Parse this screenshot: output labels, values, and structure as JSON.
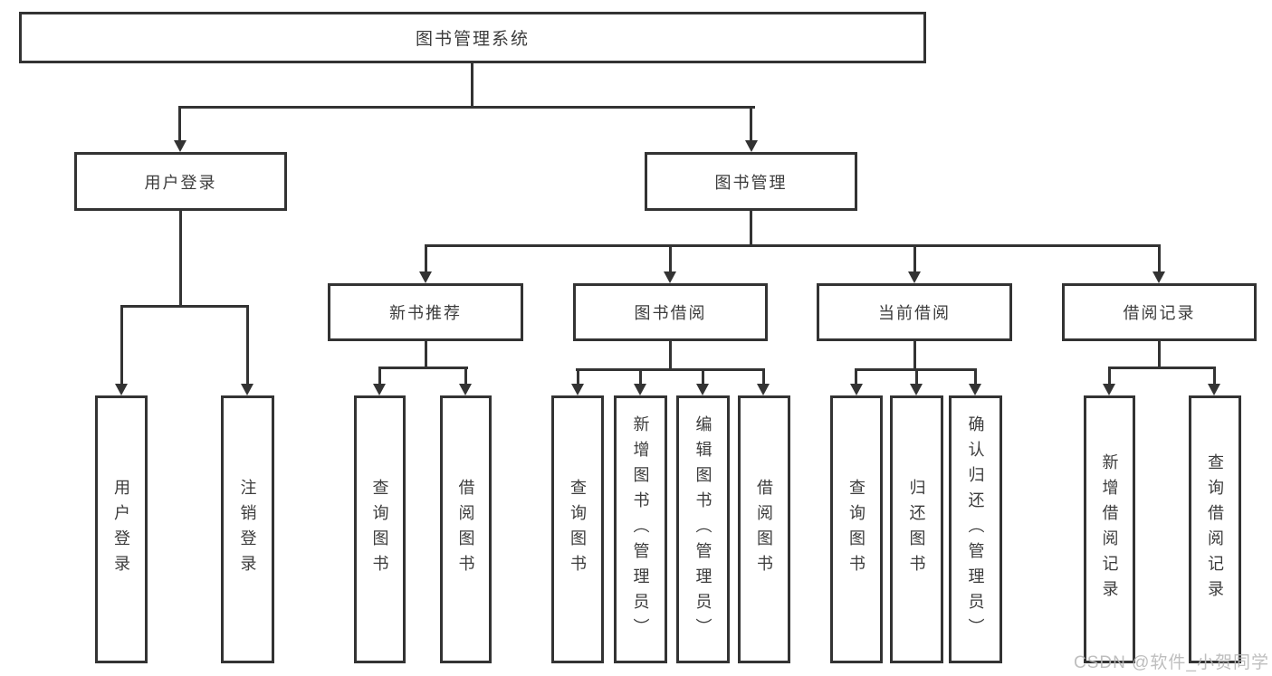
{
  "nodes": {
    "root": "图书管理系统",
    "user_login": "用户登录",
    "book_management": "图书管理",
    "new_book_recommend": "新书推荐",
    "book_borrowing": "图书借阅",
    "current_borrowing": "当前借阅",
    "borrowing_records": "借阅记录",
    "login_leaf": "用户登录",
    "logout_leaf": "注销登录",
    "nbr_query_books": "查询图书",
    "nbr_borrow_books": "借阅图书",
    "bb_query_books": "查询图书",
    "bb_add_books": "新增图书（管理员）",
    "bb_edit_books": "编辑图书（管理员）",
    "bb_borrow_books": "借阅图书",
    "cb_query_books": "查询图书",
    "cb_return_books": "归还图书",
    "cb_confirm_return": "确认归还（管理员）",
    "br_add_record": "新增借阅记录",
    "br_query_record": "查询借阅记录"
  },
  "watermark": "CSDN @软件_小贺同学",
  "colors": {
    "line": "#333333",
    "text": "#3c3c3c",
    "watermark": "#b7b7b7",
    "background": "#ffffff"
  }
}
